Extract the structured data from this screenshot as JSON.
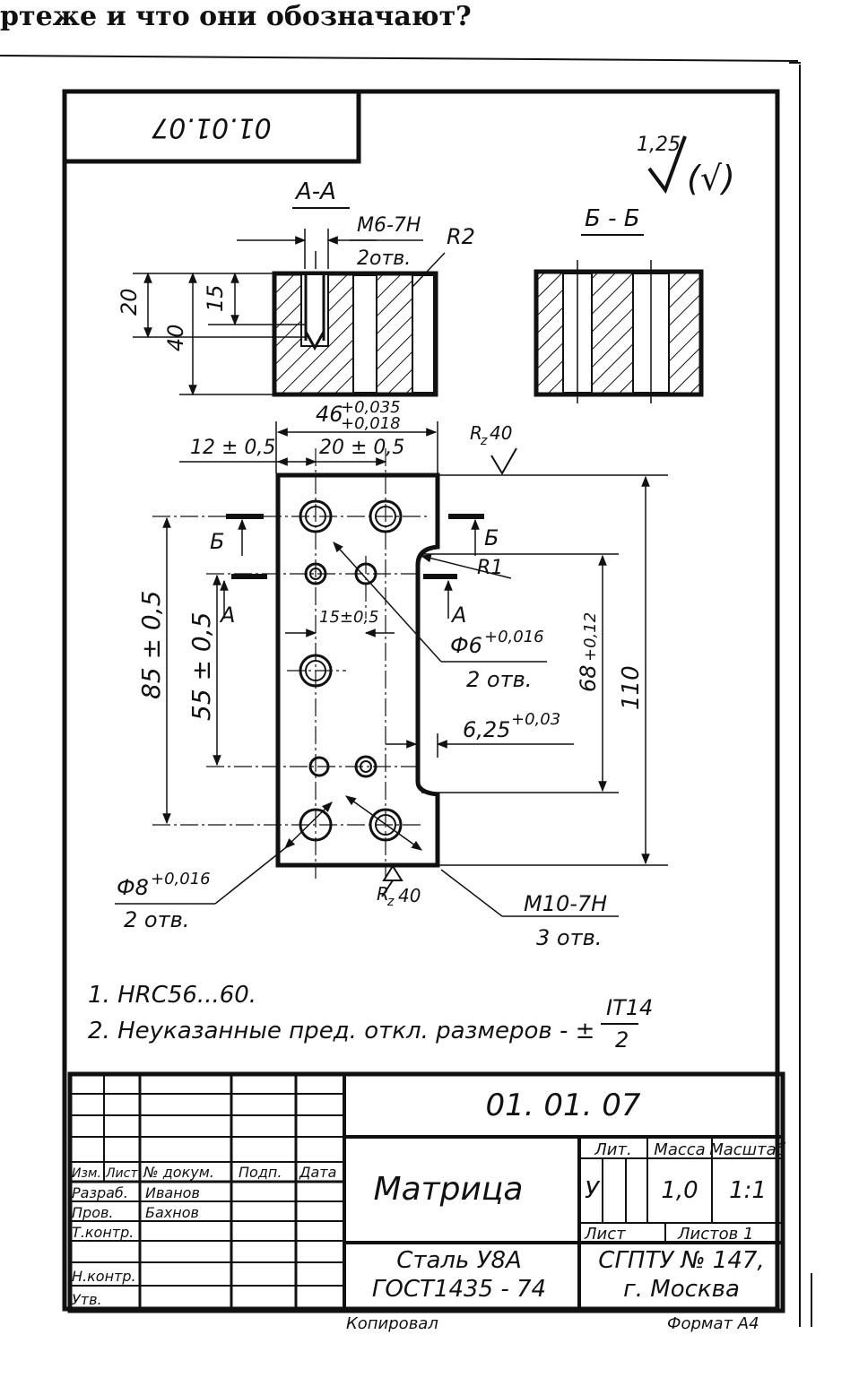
{
  "header_question": "ртеже и что они обозначают?",
  "drawing": {
    "stamp_number_rotated": "01.01.07",
    "roughness_general": "1,25",
    "roughness_symbol_suffix": "(√)",
    "section_aa": {
      "label": "А-А",
      "thread_label": "М6-7Н",
      "thread_count": "2отв.",
      "radius": "R2",
      "dim_20": "20",
      "dim_40": "40",
      "dim_15": "15"
    },
    "section_bb": {
      "label": "Б - Б"
    },
    "plan": {
      "width_dim": "46",
      "width_tol_upper": "+0,035",
      "width_tol_lower": "+0,018",
      "dim_12": "12 ± 0,5",
      "dim_20": "20 ± 0,5",
      "rz_top": "R",
      "rz_sub": "z",
      "rz_value": "40",
      "cut_b_left": "Б",
      "cut_b_right": "Б",
      "cut_a_left": "А",
      "cut_a_right": "А",
      "radius_r1": "R1",
      "dim_15_hole": "15±0,5",
      "hole6_label": "Ф6",
      "hole6_tol": "+0,016",
      "hole6_count": "2 отв.",
      "dim_85": "85 ± 0,5",
      "dim_55": "55 ± 0,5",
      "dim_68": "68",
      "dim_68_tol": "+0,12",
      "dim_110": "110",
      "dim_625": "6,25",
      "dim_625_tol": "+0,03",
      "hole8_label": "Ф8",
      "hole8_tol": "+0,016",
      "hole8_count": "2 отв.",
      "rz_bottom": "R",
      "rz_bottom_sub": "z",
      "rz_bottom_value": "40",
      "thread10_label": "М10-7Н",
      "thread10_count": "3 отв."
    },
    "notes": {
      "note1": "1. НRС56...60.",
      "note2": "2. Неуказанные  пред. откл.  размеров  -  ±",
      "note2_frac_top": "IT14",
      "note2_frac_bottom": "2"
    }
  },
  "title_block": {
    "doc_number": "01. 01. 07",
    "part_name": "Матрица",
    "material_line1": "Сталь У8А",
    "material_line2": "ГОСТ1435 - 74",
    "org_line1": "СГПТУ № 147,",
    "org_line2": "г. Москва",
    "col_lit": "Лит.",
    "col_mass": "Масса",
    "col_scale": "Масштаб",
    "lit_value": "У",
    "mass_value": "1,0",
    "scale_value": "1:1",
    "sheet_label": "Лист",
    "sheets_label": "Листов 1",
    "row_headers": [
      "Изм.",
      "Лист",
      "№ докум.",
      "Подп.",
      "Дата"
    ],
    "roles": [
      "Разраб.",
      "Пров.",
      "Т.контр.",
      "",
      "Н.контр.",
      "Утв."
    ],
    "names": [
      "Иванов",
      "Бахнов"
    ],
    "copied": "Копировал",
    "format": "Формат А4"
  }
}
